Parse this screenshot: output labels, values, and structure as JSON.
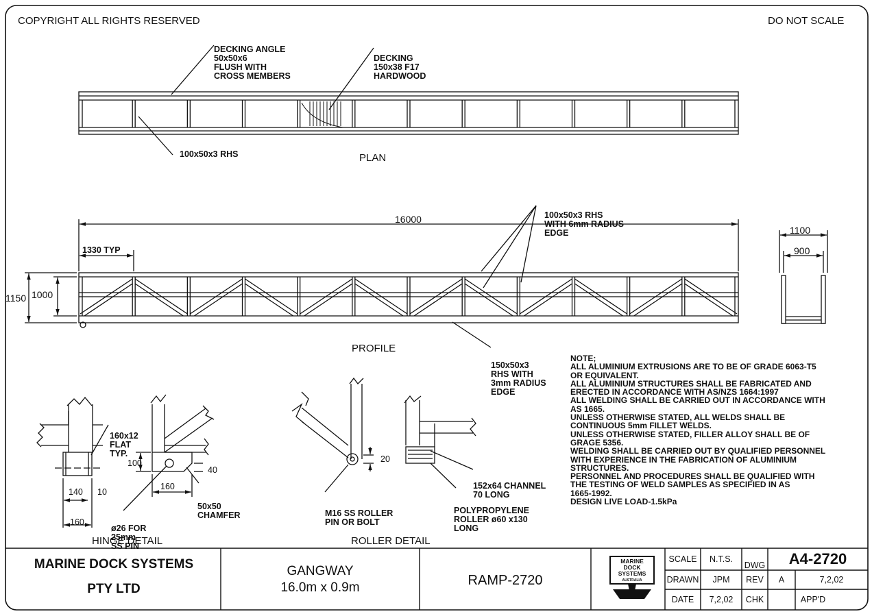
{
  "sheet": {
    "copyright": "COPYRIGHT ALL RIGHTS RESERVED",
    "do_not_scale": "DO NOT SCALE"
  },
  "plan": {
    "title": "PLAN",
    "decking_angle": [
      "DECKING ANGLE",
      "50x50x6",
      "FLUSH WITH",
      "CROSS MEMBERS"
    ],
    "decking": [
      "DECKING",
      "150x38 F17",
      "HARDWOOD"
    ],
    "rhs": "100x50x3 RHS"
  },
  "profile": {
    "title": "PROFILE",
    "length": "16000",
    "spacing": "1330 TYP",
    "height_outer": "1150",
    "height_inner": "1000",
    "top_rhs": [
      "100x50x3 RHS",
      "WITH 6mm RADIUS",
      "EDGE"
    ],
    "bottom_rhs": [
      "150x50x3",
      "RHS WITH",
      "3mm RADIUS",
      "EDGE"
    ]
  },
  "section": {
    "width_outer": "1100",
    "width_inner": "900"
  },
  "hinge": {
    "title": "HINGE DETAIL",
    "flat": [
      "160x12",
      "FLAT",
      "TYP."
    ],
    "d100": "100",
    "d40": "40",
    "d160a": "160",
    "d140": "140",
    "d10": "10",
    "d160b": "160",
    "chamfer": [
      "50x50",
      "CHAMFER"
    ],
    "pin": [
      "ø26 FOR",
      "25mm",
      "SS PIN"
    ]
  },
  "roller": {
    "title": "ROLLER DETAIL",
    "d20": "20",
    "pin": [
      "M16 SS ROLLER",
      "PIN OR BOLT"
    ],
    "channel": [
      "152x64 CHANNEL",
      "70 LONG"
    ],
    "roller": [
      "POLYPROPYLENE",
      "ROLLER ø60 x130",
      "LONG"
    ]
  },
  "notes": [
    "NOTE;",
    "ALL ALUMINIUM EXTRUSIONS ARE TO BE OF GRADE 6063-T5",
    "OR EQUIVALENT.",
    "ALL ALUMINIUM STRUCTURES SHALL BE FABRICATED AND",
    "ERECTED IN ACCORDANCE WITH AS/NZS 1664:1997",
    "ALL WELDING SHALL BE CARRIED OUT IN ACCORDANCE WITH",
    "AS 1665.",
    "UNLESS OTHERWISE STATED, ALL WELDS SHALL BE",
    "CONTINUOUS 5mm FILLET WELDS.",
    "UNLESS OTHERWISE STATED, FILLER ALLOY SHALL BE OF",
    "GRAGE 5356.",
    "WELDING SHALL BE CARRIED OUT BY QUALIFIED PERSONNEL",
    "WITH EXPERIENCE IN THE FABRICATION OF ALUMINIUM",
    "STRUCTURES.",
    "PERSONNEL AND PROCEDURES SHALL BE QUALIFIED WITH",
    "THE TESTING OF WELD SAMPLES AS SPECIFIED IN AS",
    "1665-1992.",
    "DESIGN LIVE LOAD-1.5kPa"
  ],
  "title_block": {
    "company_line1": "MARINE DOCK SYSTEMS",
    "company_line2": "PTY LTD",
    "desc_line1": "GANGWAY",
    "desc_line2": "16.0m  x  0.9m",
    "code": "RAMP-2720",
    "logo": [
      "MARINE",
      "DOCK",
      "SYSTEMS",
      "AUSTRALIA"
    ],
    "scale_label": "SCALE",
    "scale_value": "N.T.S.",
    "drawn_label": "DRAWN",
    "drawn_value": "JPM",
    "date_label": "DATE",
    "date_value": "7,2,02",
    "dwg_label": "DWG",
    "dwg_value": "A4-2720",
    "rev_label": "REV",
    "rev_value": "A",
    "rev_date": "7,2,02",
    "chk_label": "CHK",
    "appd_label": "APP'D"
  }
}
